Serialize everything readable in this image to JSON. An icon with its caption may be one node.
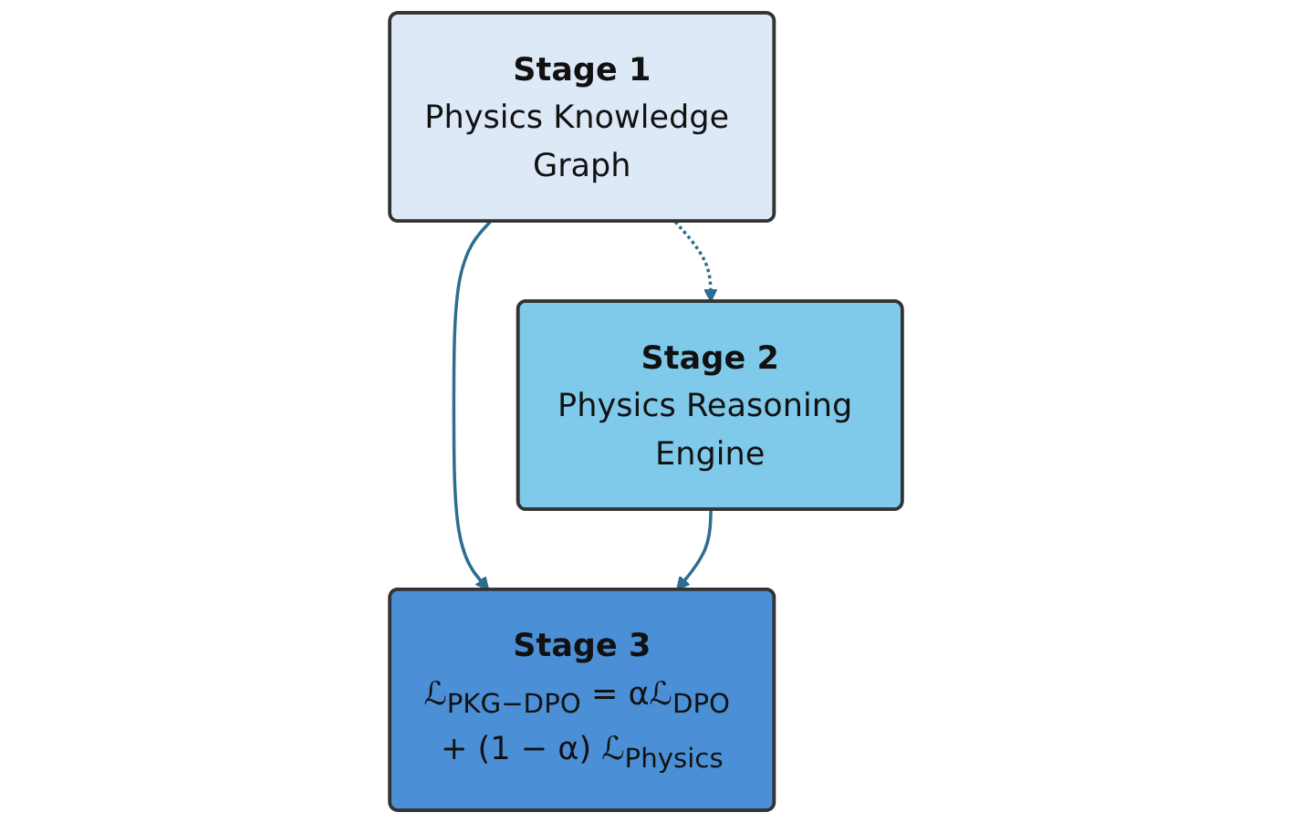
{
  "diagram": {
    "nodes": [
      {
        "text": [
          "Stage 1",
          "Physics Knowledge Graph"
        ]
      },
      {
        "text": [
          "Stage 2",
          "Physics Reasoning Engine"
        ]
      },
      {
        "text": [
          "Stage 3",
          "ℒ$_{PKG−DPO}$ = αℒ$_{DPO}$ + (1 − α) ℒ$_{Physics}$"
        ]
      }
    ],
    "edges": [
      {
        "from": 0,
        "to": 1,
        "arrow": "to",
        "style": "dashed"
      },
      {
        "from": 0,
        "to": 2,
        "arrow": "to"
      },
      {
        "from": 1,
        "to": 2,
        "arrow": "to"
      }
    ]
  }
}
